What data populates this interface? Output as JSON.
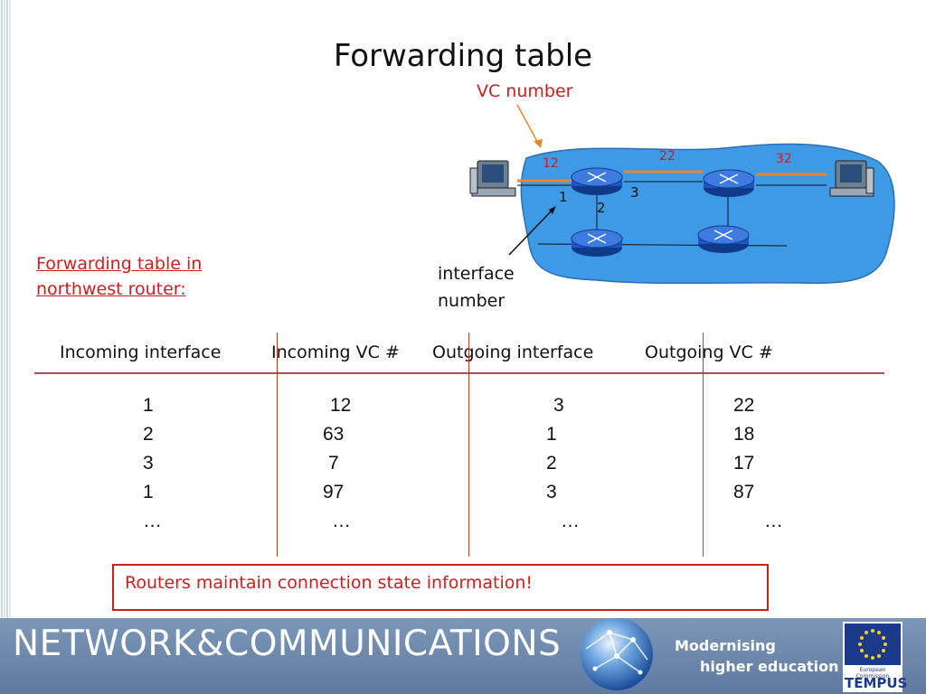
{
  "title": "Forwarding table",
  "vc_number_label": "VC number",
  "network": {
    "link_labels": [
      "12",
      "22",
      "32"
    ],
    "interface_labels": [
      "1",
      "2",
      "3"
    ],
    "interface_number_lines": [
      "interface",
      "number"
    ]
  },
  "table_caption_lines": [
    "Forwarding table in",
    "northwest router:"
  ],
  "table": {
    "columns": [
      "Incoming interface",
      "Incoming VC #",
      "Outgoing interface",
      "Outgoing VC #"
    ],
    "rows": [
      [
        "1",
        "12",
        "3",
        "22"
      ],
      [
        "2",
        "63",
        "1",
        "18"
      ],
      [
        "3",
        "7",
        "2",
        "17"
      ],
      [
        "1",
        "97",
        "3",
        "87"
      ],
      [
        "…",
        "…",
        "…",
        "…"
      ]
    ]
  },
  "note": "Routers maintain connection state information!",
  "footer": {
    "title": "NETWORK&COMMUNICATIONS",
    "tagline_lines": [
      "Modernising",
      "higher education"
    ],
    "eu_small": "European Commission",
    "eu_name": "TEMPUS"
  },
  "colors": {
    "accent_red": "#cc1f1f",
    "link_orange": "#e8862a",
    "cloud_blue": "#3f9ae6",
    "router_blue": "#1c56c9",
    "footer_blue": "#6f8bb0"
  }
}
